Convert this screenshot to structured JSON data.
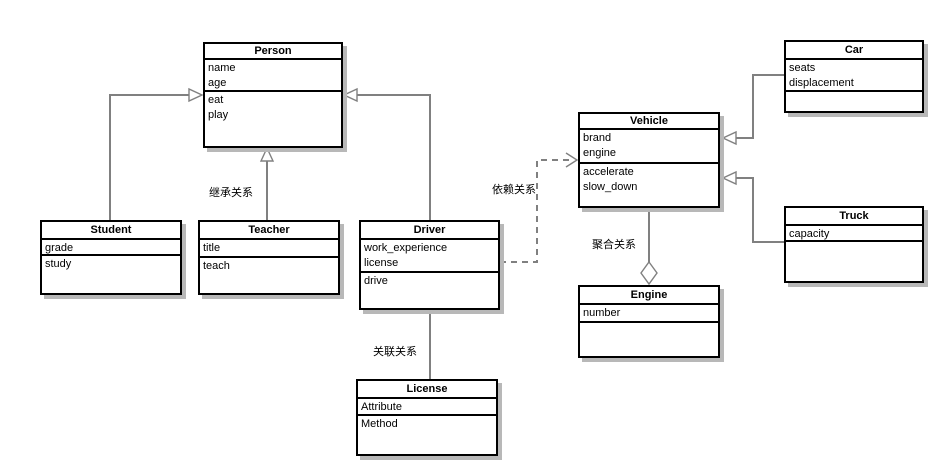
{
  "diagram": {
    "type": "uml-class-diagram",
    "classes": [
      {
        "name": "Person",
        "attributes": [
          "name",
          "age"
        ],
        "methods": [
          "eat",
          "play"
        ]
      },
      {
        "name": "Student",
        "attributes": [
          "grade"
        ],
        "methods": [
          "study"
        ]
      },
      {
        "name": "Teacher",
        "attributes": [
          "title"
        ],
        "methods": [
          "teach"
        ]
      },
      {
        "name": "Driver",
        "attributes": [
          "work_experience",
          "license"
        ],
        "methods": [
          "drive"
        ]
      },
      {
        "name": "License",
        "attributes": [
          "Attribute"
        ],
        "methods": [
          "Method"
        ]
      },
      {
        "name": "Vehicle",
        "attributes": [
          "brand",
          "engine"
        ],
        "methods": [
          "accelerate",
          "slow_down"
        ]
      },
      {
        "name": "Engine",
        "attributes": [
          "number"
        ],
        "methods": []
      },
      {
        "name": "Car",
        "attributes": [
          "seats",
          "displacement"
        ],
        "methods": []
      },
      {
        "name": "Truck",
        "attributes": [
          "capacity"
        ],
        "methods": []
      }
    ],
    "labels": {
      "inheritance": "继承关系",
      "dependency": "依赖关系",
      "association": "关联关系",
      "aggregation": "聚合关系"
    },
    "relationships": [
      {
        "from": "Student",
        "to": "Person",
        "type": "inheritance"
      },
      {
        "from": "Teacher",
        "to": "Person",
        "type": "inheritance",
        "label": "继承关系"
      },
      {
        "from": "Driver",
        "to": "Person",
        "type": "inheritance"
      },
      {
        "from": "Driver",
        "to": "License",
        "type": "association",
        "label": "关联关系"
      },
      {
        "from": "Driver",
        "to": "Vehicle",
        "type": "dependency",
        "label": "依赖关系"
      },
      {
        "from": "Vehicle",
        "to": "Engine",
        "type": "aggregation",
        "label": "聚合关系"
      },
      {
        "from": "Car",
        "to": "Vehicle",
        "type": "inheritance"
      },
      {
        "from": "Truck",
        "to": "Vehicle",
        "type": "inheritance"
      }
    ],
    "colors": {
      "box_border": "#000000",
      "connector": "#808080",
      "shadow": "#b8b8b8",
      "box_fill": "#ffffff",
      "background": "#ffffff",
      "text": "#000000"
    }
  }
}
